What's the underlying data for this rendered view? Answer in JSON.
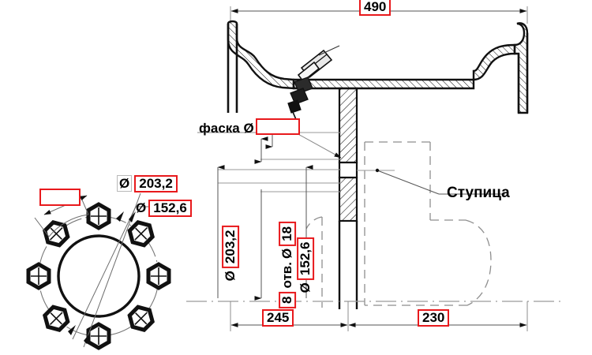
{
  "drawing": {
    "type": "engineering-drawing",
    "subject": "truck wheel rim and disc cross-section with bolt circle",
    "language": "ru"
  },
  "annotations": {
    "chamfer_label": "фаска Ø",
    "hub_label": "Ступица"
  },
  "dimensions": {
    "overall_width": "490",
    "left_width": "245",
    "right_width": "230",
    "bolt_circle_dia": "203,2",
    "center_bore_dia": "152,6",
    "hole_spec": "8 отв. Ø 18",
    "hole_count": "8",
    "hole_dia": "18",
    "vertical_bolt_circle": "Ø 203,2",
    "vertical_center_bore": "Ø 152,6",
    "chamfer_value": "",
    "angle_value": ""
  },
  "symbols": {
    "diameter": "Ø"
  },
  "vertical_labels": {
    "bolt_circle": {
      "prefix": "Ø",
      "value": "203,2"
    },
    "holes": {
      "count": "8",
      "word": "отв.",
      "prefix": "Ø",
      "value": "18"
    },
    "center_bore": {
      "prefix": "Ø",
      "value": "152,6"
    }
  },
  "colors": {
    "highlight": "#e8191c",
    "line": "#1a1a1a",
    "thin_line": "#7a7a7a",
    "background": "#ffffff"
  }
}
